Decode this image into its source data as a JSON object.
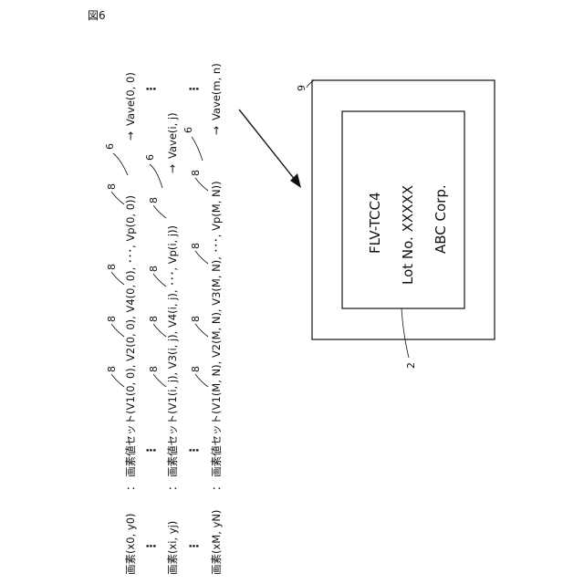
{
  "figure_label": "図6",
  "rows": [
    {
      "pixel": "画素(x0, y0)",
      "set": "： 画素値セット(V1(0, 0), V2(0, 0), V4(0, 0), ･･･, Vp(0, 0))",
      "avg": "Vave(0, 0)"
    },
    {
      "pixel": "画素(xi, yj)",
      "set": "： 画素値セット(V1(i, j), V3(i, j), V4(i, j), ･･･, Vp(i, j))",
      "avg": "Vave(i, j)"
    },
    {
      "pixel": "画素(xM, yN)",
      "set": "： 画素値セット(V1(M, N), V2(M, N), V3(M, N), ･･･, Vp(M, N))",
      "avg": "Vave(m, n)"
    }
  ],
  "arrow_symbol": "→",
  "ellipsis_symbol": "⋮",
  "refs": {
    "pixel_value": "8",
    "pixel_set": "6",
    "outer_frame": "9",
    "label_card": "2"
  },
  "card": {
    "line1": "FLV-TCC4",
    "line2": "Lot No.  XXXXX",
    "line3": "ABC Corp."
  }
}
